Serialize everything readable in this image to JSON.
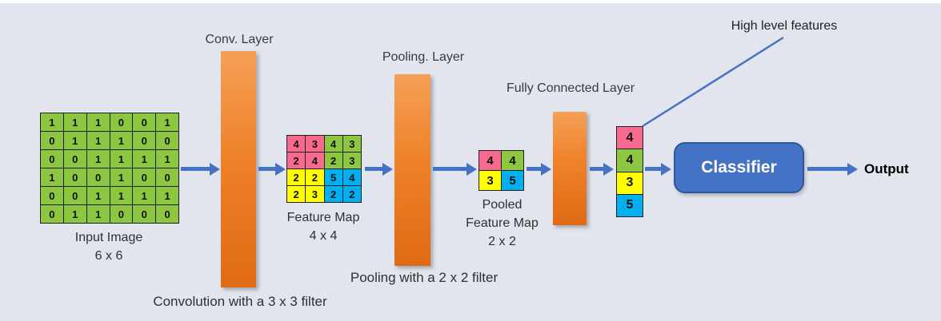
{
  "colors": {
    "background": "#E2E5ED",
    "arrow": "#4472C4",
    "pink": "#F8698F",
    "green": "#8DC641",
    "yellow": "#FFFF00",
    "cyan": "#00B0F0",
    "orange_top": "#F5A057",
    "orange_bottom": "#E06A14",
    "classifier_fill": "#4472C4",
    "classifier_border": "#2E569B",
    "grid_line": "#1F1F1F"
  },
  "labels": {
    "conv_layer": "Conv. Layer",
    "pooling_layer": "Pooling. Layer",
    "fully_connected_layer": "Fully Connected Layer",
    "high_level_features": "High level features",
    "convolution_caption": "Convolution with a 3 x 3 filter",
    "pooling_caption": "Pooling with a 2 x 2 filter",
    "classifier": "Classifier",
    "output": "Output"
  },
  "captions": {
    "input": [
      "Input Image",
      "6 x 6"
    ],
    "feature_map": [
      "Feature Map",
      "4 x 4"
    ],
    "pooled": [
      "Pooled",
      "Feature Map",
      "2 x 2"
    ]
  },
  "grids": {
    "input": {
      "color": "green",
      "rows": [
        [
          1,
          1,
          1,
          0,
          0,
          1
        ],
        [
          0,
          1,
          1,
          1,
          0,
          0
        ],
        [
          0,
          0,
          1,
          1,
          1,
          1
        ],
        [
          1,
          0,
          0,
          1,
          0,
          0
        ],
        [
          0,
          0,
          1,
          1,
          1,
          1
        ],
        [
          0,
          1,
          1,
          0,
          0,
          0
        ]
      ]
    },
    "feature_map": {
      "rows": [
        [
          4,
          3,
          4,
          3
        ],
        [
          2,
          4,
          2,
          3
        ],
        [
          2,
          2,
          5,
          4
        ],
        [
          2,
          3,
          2,
          2
        ]
      ],
      "cell_colors": [
        [
          "pink",
          "pink",
          "green",
          "green"
        ],
        [
          "pink",
          "pink",
          "green",
          "green"
        ],
        [
          "yellow",
          "yellow",
          "cyan",
          "cyan"
        ],
        [
          "yellow",
          "yellow",
          "cyan",
          "cyan"
        ]
      ]
    },
    "pooled": {
      "rows": [
        [
          4,
          4
        ],
        [
          3,
          5
        ]
      ],
      "cell_colors": [
        [
          "pink",
          "green"
        ],
        [
          "yellow",
          "cyan"
        ]
      ]
    },
    "vector": {
      "rows": [
        [
          4
        ],
        [
          4
        ],
        [
          3
        ],
        [
          5
        ]
      ],
      "cell_colors": [
        [
          "pink"
        ],
        [
          "green"
        ],
        [
          "yellow"
        ],
        [
          "cyan"
        ]
      ]
    }
  }
}
